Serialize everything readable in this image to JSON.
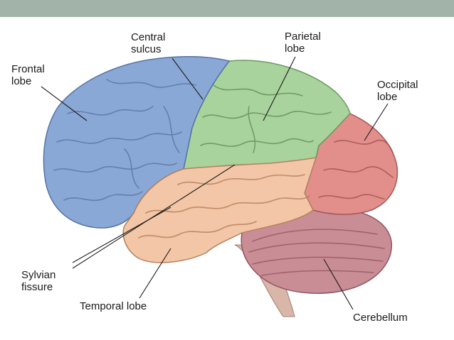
{
  "colors": {
    "top_bar": "#a2b4a9",
    "frontal": "#8aa8d6",
    "parietal": "#a9d39c",
    "occipital": "#e28f8c",
    "temporal": "#f2c6a6",
    "cerebellum": "#c98d96",
    "brainstem": "#d8b6a8"
  },
  "labels": {
    "frontal_lobe": "Frontal\nlobe",
    "central_sulcus": "Central\nsulcus",
    "parietal_lobe": "Parietal\nlobe",
    "occipital_lobe": "Occipital\nlobe",
    "sylvian_fissure": "Sylvian\nfissure",
    "temporal_lobe": "Temporal lobe",
    "cerebellum": "Cerebellum"
  }
}
